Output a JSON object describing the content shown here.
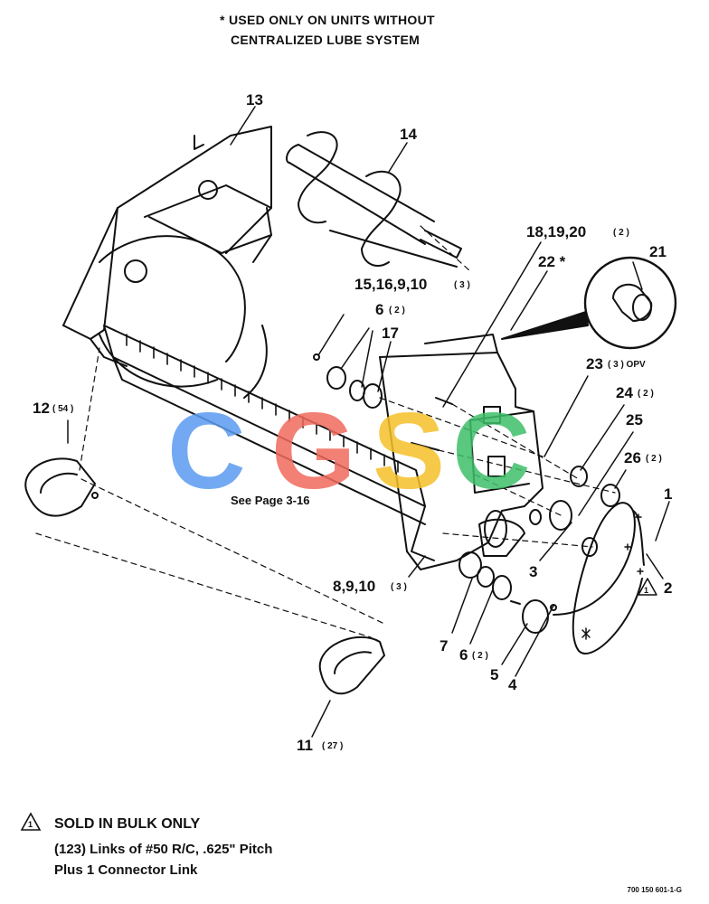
{
  "header": {
    "line1": "* USED ONLY ON UNITS WITHOUT",
    "line2": "CENTRALIZED LUBE SYSTEM"
  },
  "callouts": [
    {
      "id": "c13",
      "label": "13",
      "qty": ""
    },
    {
      "id": "c14",
      "label": "14",
      "qty": ""
    },
    {
      "id": "c18",
      "label": "18,19,20",
      "qty": "( 2 )"
    },
    {
      "id": "c21",
      "label": "21",
      "qty": ""
    },
    {
      "id": "c22",
      "label": "22 *",
      "qty": ""
    },
    {
      "id": "c15",
      "label": "15,16,9,10",
      "qty": "( 3 )"
    },
    {
      "id": "c6a",
      "label": "6",
      "qty": "( 2 )"
    },
    {
      "id": "c17",
      "label": "17",
      "qty": ""
    },
    {
      "id": "c23",
      "label": "23",
      "qty": "( 3 ) OPV"
    },
    {
      "id": "c24",
      "label": "24",
      "qty": "( 2 )"
    },
    {
      "id": "c25",
      "label": "25",
      "qty": ""
    },
    {
      "id": "c26",
      "label": "26",
      "qty": "( 2 )"
    },
    {
      "id": "c12",
      "label": "12",
      "qty": "( 54 )"
    },
    {
      "id": "c1",
      "label": "1",
      "qty": ""
    },
    {
      "id": "c2",
      "label": "2",
      "qty": ""
    },
    {
      "id": "c3",
      "label": "3",
      "qty": ""
    },
    {
      "id": "c8",
      "label": "8,9,10",
      "qty": "( 3 )"
    },
    {
      "id": "c7",
      "label": "7",
      "qty": ""
    },
    {
      "id": "c6b",
      "label": "6",
      "qty": "( 2 )"
    },
    {
      "id": "c5",
      "label": "5",
      "qty": ""
    },
    {
      "id": "c4",
      "label": "4",
      "qty": ""
    },
    {
      "id": "c11",
      "label": "11",
      "qty": "( 27 )"
    }
  ],
  "see_page": "See Page 3-16",
  "footnote": {
    "symbol": "1",
    "title": "SOLD IN BULK ONLY",
    "line1": "(123) Links of #50 R/C, .625\" Pitch",
    "line2": "Plus 1 Connector Link"
  },
  "watermark": {
    "letters": [
      "C",
      "G",
      "S",
      "C"
    ],
    "colors": [
      "#5b9bf0",
      "#f06b5e",
      "#f5c02a",
      "#3fbf6a"
    ]
  },
  "drawing_code": "700 150 601-1-G"
}
